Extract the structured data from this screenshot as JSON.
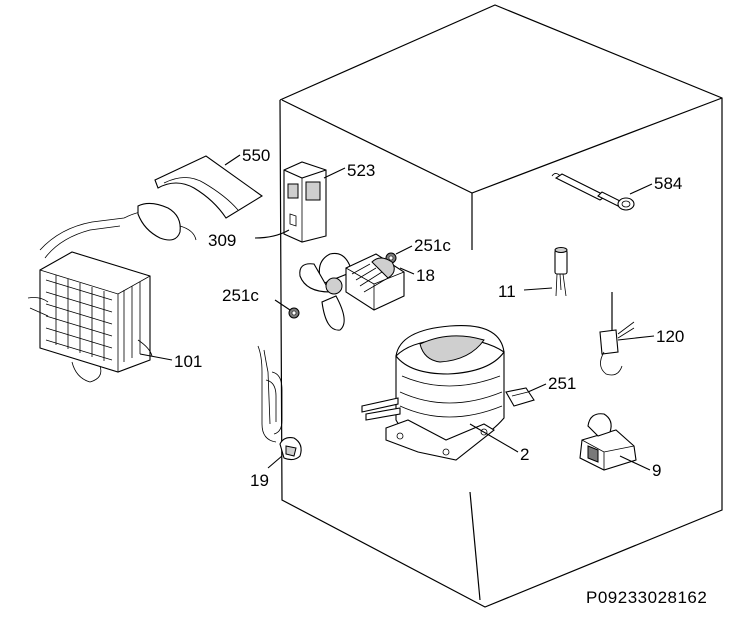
{
  "diagram": {
    "code": "P09233028162",
    "callouts": {
      "c550": "550",
      "c523": "523",
      "c309": "309",
      "c251c_a": "251c",
      "c251c_b": "251c",
      "c18": "18",
      "c584": "584",
      "c11": "11",
      "c120": "120",
      "c101": "101",
      "c251": "251",
      "c2": "2",
      "c9": "9",
      "c19": "19"
    }
  }
}
